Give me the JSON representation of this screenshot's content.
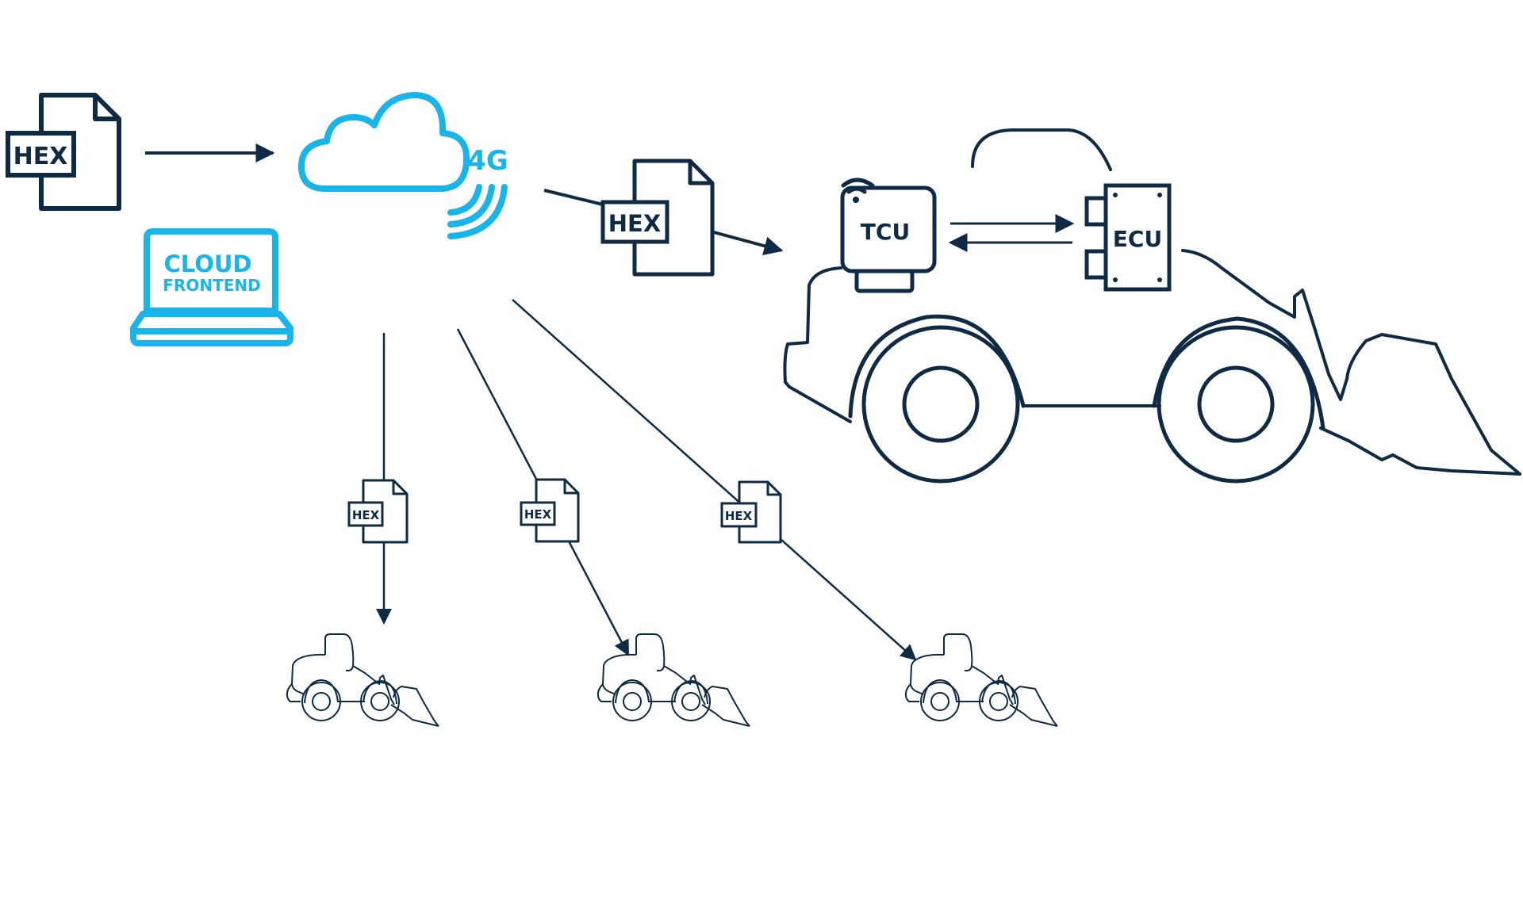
{
  "colors": {
    "navy": "#0f2a44",
    "cyan": "#18b4ea",
    "background": "#ffffff"
  },
  "source_file": {
    "icon": "file-icon",
    "label": "HEX"
  },
  "cloud": {
    "icon": "cloud-icon",
    "network_label": "4G",
    "signal_icon": "wireless-signal-icon"
  },
  "frontend": {
    "icon": "laptop-icon",
    "line1": "CLOUD",
    "line2": "FRONTEND"
  },
  "transfer_file": {
    "icon": "file-icon",
    "label": "HEX"
  },
  "vehicle": {
    "icon": "wheel-loader-icon",
    "tcu": {
      "label": "TCU",
      "icon": "wifi-icon"
    },
    "ecu": {
      "label": "ECU"
    }
  },
  "fleet": {
    "files": [
      {
        "label": "HEX"
      },
      {
        "label": "HEX"
      },
      {
        "label": "HEX"
      }
    ],
    "vehicles": [
      {
        "icon": "wheel-loader-icon"
      },
      {
        "icon": "wheel-loader-icon"
      },
      {
        "icon": "wheel-loader-icon"
      }
    ]
  }
}
